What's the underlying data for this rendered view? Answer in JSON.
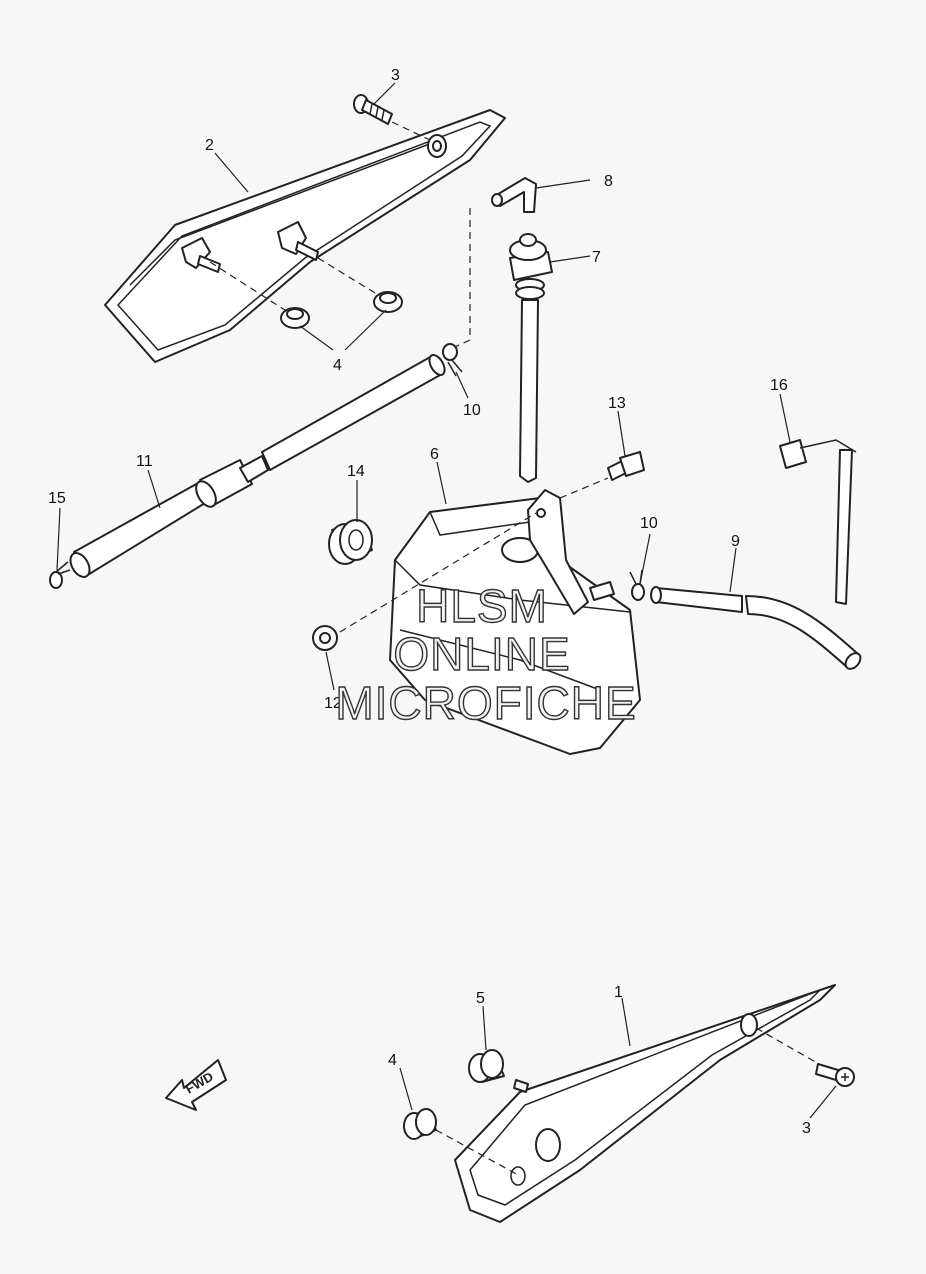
{
  "callouts": {
    "c1": "1",
    "c2": "2",
    "c3a": "3",
    "c3b": "3",
    "c4a": "4",
    "c4b": "4",
    "c5": "5",
    "c6": "6",
    "c7": "7",
    "c8": "8",
    "c9": "9",
    "c10a": "10",
    "c10b": "10",
    "c11": "11",
    "c12": "12",
    "c13": "13",
    "c14": "14",
    "c15": "15",
    "c16": "16"
  },
  "watermark": [
    "HLSM",
    "ONLINE",
    "MICROFICHE"
  ],
  "direction_label": "FWD",
  "colors": {
    "background": "#f7f7f7",
    "line": "#222222",
    "part_fill": "#ffffff"
  }
}
